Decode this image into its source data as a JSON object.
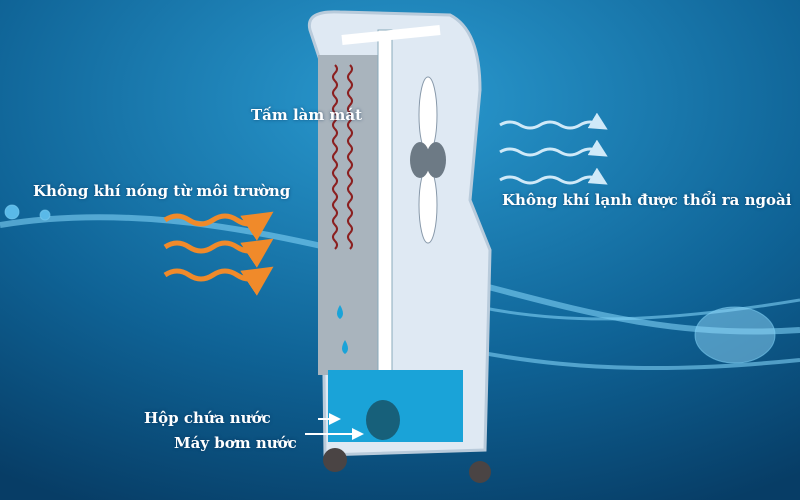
{
  "labels": {
    "cooling_pad": "Tấm làm mát",
    "hot_air_in": "Không khí nóng từ môi trường",
    "cool_air_out": "Không khí lạnh được thổi ra ngoài",
    "water_tank": "Hộp chứa nước",
    "water_pump": "Máy bơm nước"
  },
  "colors": {
    "background": "#0f5f8f",
    "hot_air_arrows": "#f08a2a",
    "cool_air_arrows": "#cfe9f8",
    "cooler_body": "#dfe9f3",
    "water": "#1aa3d8",
    "pump": "#17607a"
  }
}
